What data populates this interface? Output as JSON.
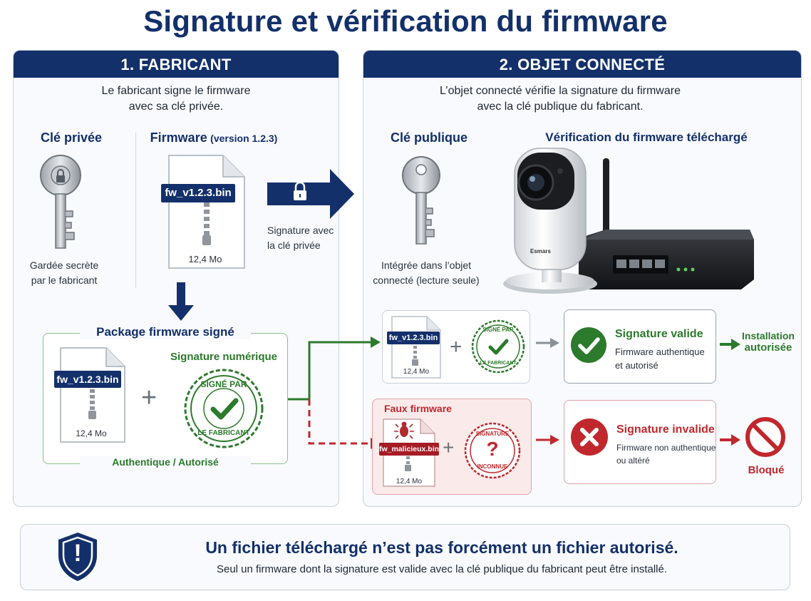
{
  "title": "Signature et vérification du firmware",
  "manufacturer": {
    "header": "1. FABRICANT",
    "intro_line1": "Le fabricant signe le firmware",
    "intro_line2": "avec sa clé privée.",
    "private_key_title": "Clé privée",
    "private_key_caption_line1": "Gardée secrète",
    "private_key_caption_line2": "par le fabricant",
    "firmware_title": "Firmware",
    "firmware_version": "(version 1.2.3)",
    "firmware_filename": "fw_v1.2.3.bin",
    "firmware_size": "12,4 Mo",
    "arrow_caption_line1": "Signature avec",
    "arrow_caption_line2": "la clé privée",
    "package_title": "Package firmware signé",
    "package_filename": "fw_v1.2.3.bin",
    "package_size": "12,4 Mo",
    "plus": "+",
    "digital_signature_label": "Signature numérique",
    "seal_top": "SIGNÉ PAR",
    "seal_bottom": "LE FABRICANT",
    "package_footer": "Authentique / Autorisé"
  },
  "device": {
    "header": "2. OBJET CONNECTÉ",
    "intro_line1": "L’objet connecté vérifie la signature du firmware",
    "intro_line2": "avec la clé publique du fabricant.",
    "public_key_title": "Clé publique",
    "public_key_caption_line1": "Intégrée dans l’objet",
    "public_key_caption_line2": "connecté (lecture seule)",
    "download_title": "Vérification du firmware téléchargé",
    "camera_brand": "Esmars",
    "valid": {
      "filename": "fw_v1.2.3.bin",
      "size": "12,4 Mo",
      "plus": "+",
      "seal_top": "SIGNÉ PAR",
      "seal_bottom": "LE FABRICANT",
      "result_title": "Signature valide",
      "result_line1": "Firmware authentique",
      "result_line2": "et autorisé",
      "outcome_line1": "Installation",
      "outcome_line2": "autorisée"
    },
    "invalid": {
      "label": "Faux firmware",
      "filename": "fw_malicieux.bin",
      "size": "12,4 Mo",
      "plus": "+",
      "seal_top": "SIGNATURE",
      "seal_bottom": "INCONNUE",
      "seal_mark": "?",
      "result_title": "Signature invalide",
      "result_line1": "Firmware non authentique",
      "result_line2": "ou altéré",
      "outcome": "Bloqué"
    }
  },
  "footer": {
    "headline": "Un fichier téléchargé n’est pas forcément un fichier autorisé.",
    "subtext": "Seul un firmware dont la signature est valide avec la clé publique du fabricant peut être installé.",
    "shield_mark": "!"
  },
  "colors": {
    "navy": "#13306a",
    "green": "#2c7a2c",
    "red": "#c0282d",
    "light_red_bg": "#fbeaea",
    "panel_bg": "#f8fafd"
  }
}
